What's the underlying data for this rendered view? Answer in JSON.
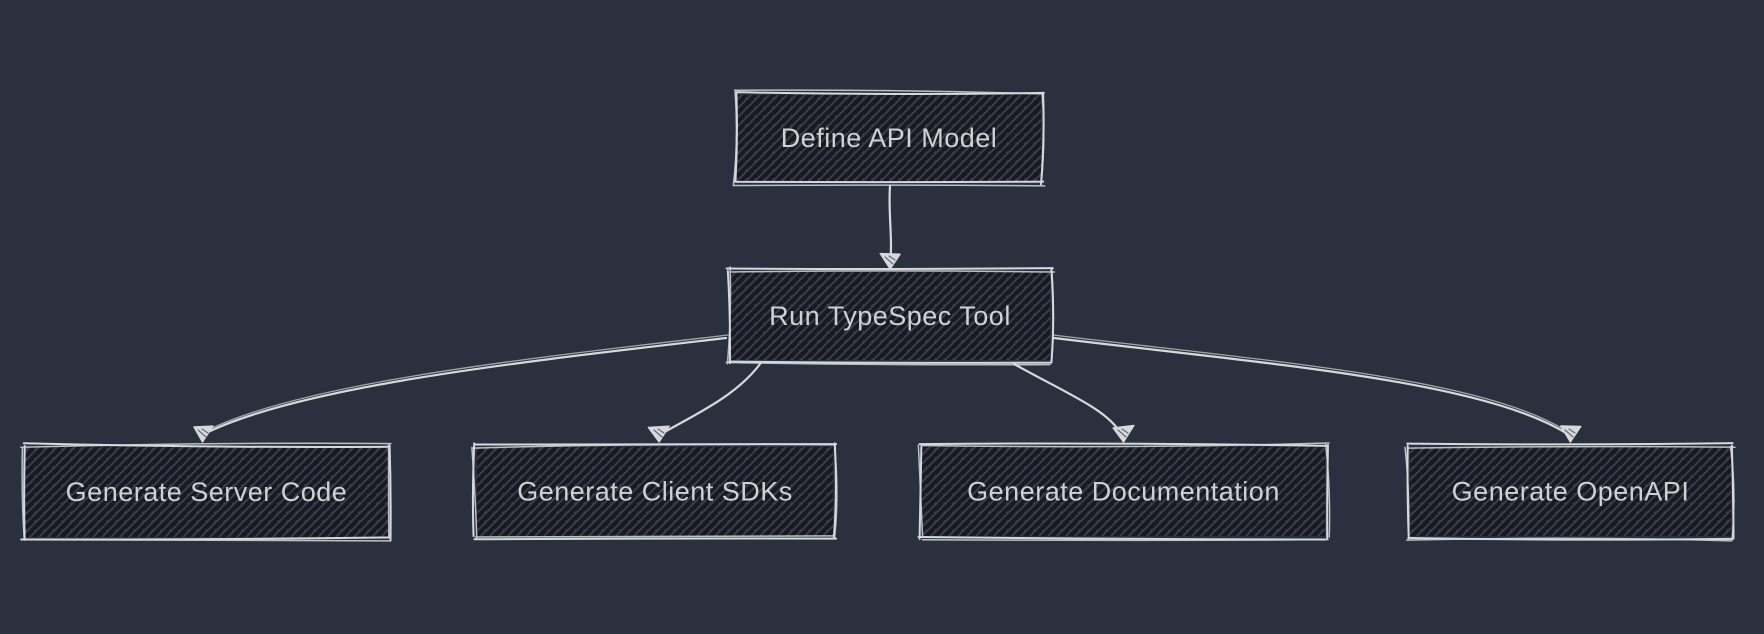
{
  "diagram": {
    "type": "flowchart",
    "direction": "top-down",
    "style": "hand-drawn-sketch",
    "nodes": [
      {
        "id": "define-api-model",
        "label": "Define API Model"
      },
      {
        "id": "run-typespec-tool",
        "label": "Run TypeSpec Tool"
      },
      {
        "id": "generate-server-code",
        "label": "Generate Server Code"
      },
      {
        "id": "generate-client-sdks",
        "label": "Generate Client SDKs"
      },
      {
        "id": "generate-documentation",
        "label": "Generate Documentation"
      },
      {
        "id": "generate-openapi",
        "label": "Generate OpenAPI"
      }
    ],
    "edges": [
      {
        "from": "define-api-model",
        "to": "run-typespec-tool"
      },
      {
        "from": "run-typespec-tool",
        "to": "generate-server-code"
      },
      {
        "from": "run-typespec-tool",
        "to": "generate-client-sdks"
      },
      {
        "from": "run-typespec-tool",
        "to": "generate-documentation"
      },
      {
        "from": "run-typespec-tool",
        "to": "generate-openapi"
      }
    ]
  },
  "colors": {
    "background": "#2a303d",
    "node_fill": "#181a20",
    "node_hatch": "#3a4254",
    "stroke": "#d6d9dc",
    "text": "#d0d1d3"
  }
}
